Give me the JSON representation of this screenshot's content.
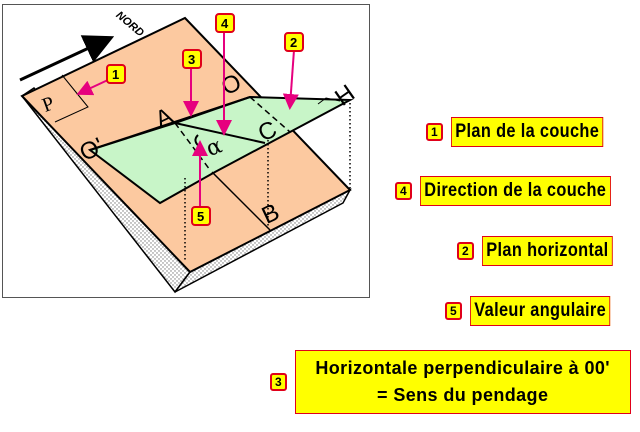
{
  "diagram": {
    "north_label": "NORD",
    "plane_label": "P",
    "points": {
      "O": "O",
      "O_prime": "O'",
      "A": "A",
      "C": "C",
      "H": "H",
      "B": "B",
      "alpha": "α"
    },
    "callouts": [
      {
        "num": "1",
        "target": "plan-couche"
      },
      {
        "num": "2",
        "target": "plan-horizontal"
      },
      {
        "num": "3",
        "target": "horizontale-perpendiculaire"
      },
      {
        "num": "4",
        "target": "direction-couche"
      },
      {
        "num": "5",
        "target": "valeur-angulaire"
      }
    ],
    "colors": {
      "layer_plane": "#fcc9a0",
      "horizontal_plane": "#c8f5c8",
      "callout_arrow": "#e6007e",
      "badge_fill": "#ffff00",
      "badge_border": "#e0001a"
    }
  },
  "legend": [
    {
      "num": "1",
      "text": "Plan de la couche"
    },
    {
      "num": "4",
      "text": "Direction de la couche"
    },
    {
      "num": "2",
      "text": "Plan horizontal"
    },
    {
      "num": "5",
      "text": "Valeur angulaire"
    },
    {
      "num": "3",
      "line1": "Horizontale perpendiculaire à 00'",
      "line2": "= Sens du pendage"
    }
  ]
}
